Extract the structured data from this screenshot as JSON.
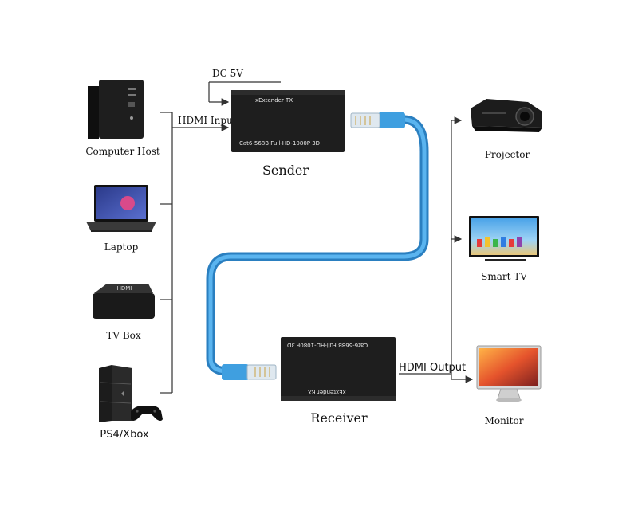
{
  "sources": [
    {
      "id": "computer-host",
      "label": "Computer Host"
    },
    {
      "id": "laptop",
      "label": "Laptop"
    },
    {
      "id": "tv-box",
      "label": "TV Box"
    },
    {
      "id": "ps4-xbox",
      "label": "PS4/Xbox"
    }
  ],
  "tv_box_logo": "HDMI",
  "sender": {
    "caption": "Sender",
    "top_text": "xExtender TX",
    "bottom_text": "Cat6-568B Full-HD-1080P 3D",
    "power_label": "DC 5V",
    "input_label": "HDMI Input"
  },
  "receiver": {
    "caption": "Receiver",
    "top_text": "Cat6-568B Full-HD-1080P 3D",
    "bottom_text": "xExtender RX",
    "output_label": "HDMI Output"
  },
  "displays": [
    {
      "id": "projector",
      "label": "Projector"
    },
    {
      "id": "smart-tv",
      "label": "Smart TV"
    },
    {
      "id": "monitor",
      "label": "Monitor"
    }
  ],
  "colors": {
    "cable": "#3f9fe0",
    "cable_dark": "#2a7fc0",
    "device_dark": "#1e1e1e",
    "wire": "#333333"
  }
}
